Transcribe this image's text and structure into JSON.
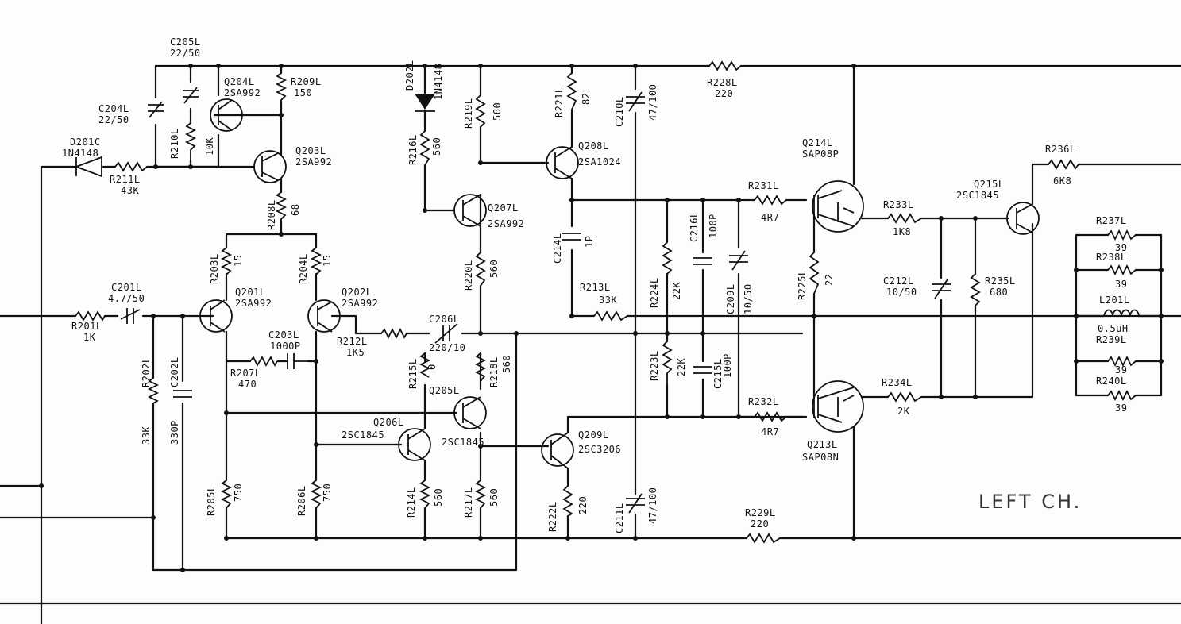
{
  "title": "LEFT CH.",
  "components": [
    {
      "ref": "C205L",
      "value": "22/50"
    },
    {
      "ref": "C204L",
      "value": "22/50"
    },
    {
      "ref": "D201C",
      "value": "1N4148"
    },
    {
      "ref": "R211L",
      "value": "43K"
    },
    {
      "ref": "R210L",
      "value": "10K"
    },
    {
      "ref": "Q204L",
      "value": "2SA992"
    },
    {
      "ref": "R209L",
      "value": "150"
    },
    {
      "ref": "Q203L",
      "value": "2SA992"
    },
    {
      "ref": "R208L",
      "value": "68"
    },
    {
      "ref": "R203L",
      "value": "15"
    },
    {
      "ref": "R204L",
      "value": "15"
    },
    {
      "ref": "Q201L",
      "value": "2SA992"
    },
    {
      "ref": "Q202L",
      "value": "2SA992"
    },
    {
      "ref": "C201L",
      "value": "4.7/50"
    },
    {
      "ref": "R201L",
      "value": "1K"
    },
    {
      "ref": "R202L",
      "value": "33K"
    },
    {
      "ref": "C202L",
      "value": "330P"
    },
    {
      "ref": "C203L",
      "value": "1000P"
    },
    {
      "ref": "R207L",
      "value": "470"
    },
    {
      "ref": "R205L",
      "value": "750"
    },
    {
      "ref": "R206L",
      "value": "750"
    },
    {
      "ref": "R212L",
      "value": "1K5"
    },
    {
      "ref": "C206L",
      "value": "220/10"
    },
    {
      "ref": "D202L",
      "value": "1N4148"
    },
    {
      "ref": "R216L",
      "value": "560"
    },
    {
      "ref": "R215L",
      "value": "0"
    },
    {
      "ref": "R219L",
      "value": "560"
    },
    {
      "ref": "Q207L",
      "value": "2SA992"
    },
    {
      "ref": "R220L",
      "value": "560"
    },
    {
      "ref": "R218L",
      "value": "560"
    },
    {
      "ref": "Q205L",
      "value": "2SC1845"
    },
    {
      "ref": "Q206L",
      "value": "2SC1845"
    },
    {
      "ref": "R214L",
      "value": "560"
    },
    {
      "ref": "R217L",
      "value": "560"
    },
    {
      "ref": "R221L",
      "value": "82"
    },
    {
      "ref": "Q208L",
      "value": "2SA1024"
    },
    {
      "ref": "C214L",
      "value": "1P"
    },
    {
      "ref": "R213L",
      "value": "33K"
    },
    {
      "ref": "Q209L",
      "value": "2SC3206"
    },
    {
      "ref": "R222L",
      "value": "220"
    },
    {
      "ref": "C210L",
      "value": "47/100"
    },
    {
      "ref": "C211L",
      "value": "47/100"
    },
    {
      "ref": "R228L",
      "value": "220"
    },
    {
      "ref": "R229L",
      "value": "220"
    },
    {
      "ref": "R224L",
      "value": "22K"
    },
    {
      "ref": "R223L",
      "value": "22K"
    },
    {
      "ref": "C216L",
      "value": "100P"
    },
    {
      "ref": "C215L",
      "value": "100P"
    },
    {
      "ref": "C209L",
      "value": "10/50"
    },
    {
      "ref": "R231L",
      "value": "4R7"
    },
    {
      "ref": "R232L",
      "value": "4R7"
    },
    {
      "ref": "Q214L",
      "value": "SAP08P"
    },
    {
      "ref": "Q213L",
      "value": "SAP08N"
    },
    {
      "ref": "R225L",
      "value": "22"
    },
    {
      "ref": "R233L",
      "value": "1K8"
    },
    {
      "ref": "R234L",
      "value": "2K"
    },
    {
      "ref": "C212L",
      "value": "10/50"
    },
    {
      "ref": "R235L",
      "value": "680"
    },
    {
      "ref": "Q215L",
      "value": "2SC1845"
    },
    {
      "ref": "R236L",
      "value": "6K8"
    },
    {
      "ref": "R237L",
      "value": "39"
    },
    {
      "ref": "R238L",
      "value": "39"
    },
    {
      "ref": "L201L",
      "value": "0.5uH"
    },
    {
      "ref": "R239L",
      "value": "39"
    },
    {
      "ref": "R240L",
      "value": "39"
    }
  ]
}
